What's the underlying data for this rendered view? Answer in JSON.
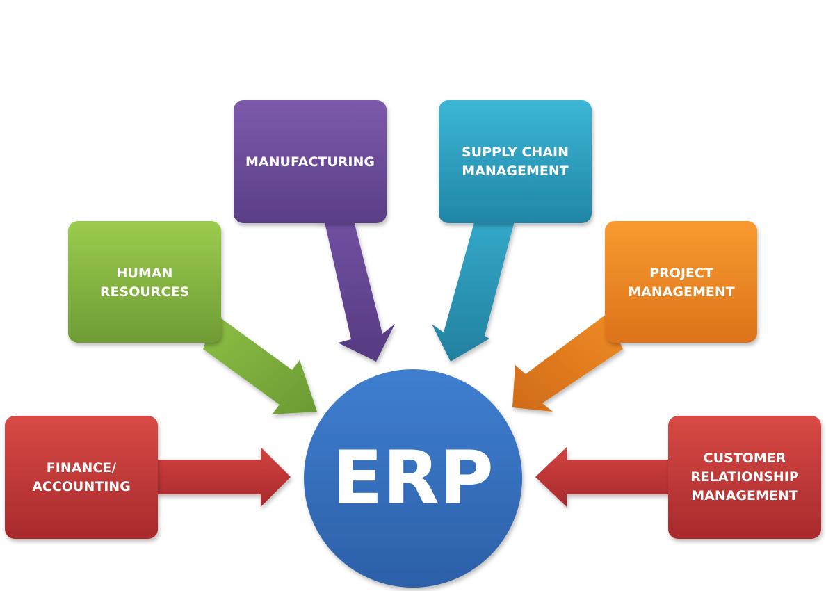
{
  "hub": {
    "label": "ERP",
    "color": "#3a75c4"
  },
  "modules": [
    {
      "id": "finance",
      "lines": [
        "FINANCE/",
        "ACCOUNTING"
      ],
      "color": "#c0383a"
    },
    {
      "id": "human-resources",
      "lines": [
        "HUMAN",
        "RESOURCES"
      ],
      "color": "#7fb03e"
    },
    {
      "id": "manufacturing",
      "lines": [
        "MANUFACTURING"
      ],
      "color": "#6a4a9a"
    },
    {
      "id": "supply-chain",
      "lines": [
        "SUPPLY CHAIN",
        "MANAGEMENT"
      ],
      "color": "#2aa0c2"
    },
    {
      "id": "project-management",
      "lines": [
        "PROJECT",
        "MANAGEMENT"
      ],
      "color": "#ef8a22"
    },
    {
      "id": "crm",
      "lines": [
        "CUSTOMER",
        "RELATIONSHIP",
        "MANAGEMENT"
      ],
      "color": "#c0383a"
    }
  ]
}
